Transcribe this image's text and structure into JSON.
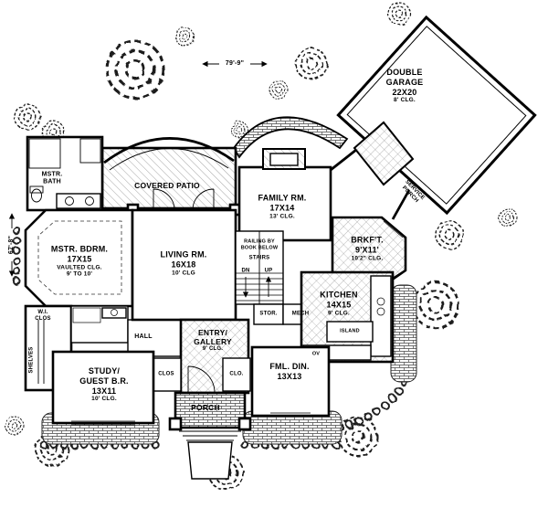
{
  "colors": {
    "ink": "#000000",
    "paper": "#ffffff"
  },
  "dimensions": {
    "width": "79'-9\"",
    "height": "67'-8\""
  },
  "rooms": {
    "garage": {
      "name": "DOUBLE",
      "name2": "GARAGE",
      "size": "22X20",
      "note": "8' CLG."
    },
    "service_porch": {
      "name": "SERVICE",
      "name2": "PORCH"
    },
    "covered_patio": {
      "name": "COVERED PATIO"
    },
    "mstr_bath": {
      "name": "MSTR.",
      "name2": "BATH"
    },
    "family": {
      "name": "FAMILY RM.",
      "size": "17X14",
      "note": "13' CLG."
    },
    "mstr_bdrm": {
      "name": "MSTR. BDRM.",
      "size": "17X15",
      "note": "VAULTED CLG.",
      "note2": "9' TO 10'"
    },
    "living": {
      "name": "LIVING RM.",
      "size": "16X18",
      "note": "10' CLG"
    },
    "brkft": {
      "name": "BRKF'T.",
      "size": "9'X11'",
      "note": "10'2\" CLG."
    },
    "kitchen": {
      "name": "KITCHEN",
      "size": "14X15",
      "note": "9' CLG."
    },
    "entry": {
      "name": "ENTRY/",
      "name2": "GALLERY",
      "note": "9' CLG."
    },
    "study": {
      "name": "STUDY/",
      "name2": "GUEST B.R.",
      "size": "13X11",
      "note": "10' CLG."
    },
    "fml_din": {
      "name": "FML. DIN.",
      "size": "13X13"
    },
    "porch": {
      "name": "PORCH"
    },
    "wi_clos": {
      "name": "W.I.",
      "name2": "CLOS"
    },
    "hall": {
      "name": "HALL"
    }
  },
  "labels": {
    "railing1": "RAILING BY",
    "railing2": "BOOK BELOW",
    "stairs": "STAIRS",
    "dn": "DN",
    "up": "UP",
    "stor": "STOR.",
    "mech": "MECH",
    "clos_left": "CLOS",
    "clos_right": "CLO.",
    "shelves": "SHELVES",
    "island": "ISLAND",
    "ov": "OV"
  }
}
